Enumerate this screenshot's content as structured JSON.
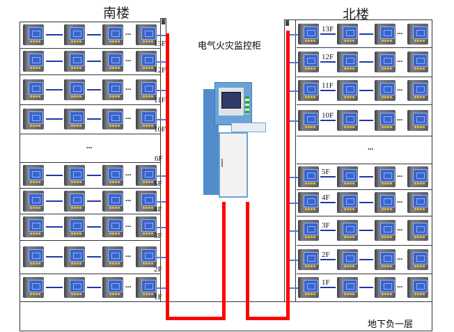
{
  "south_building": {
    "title": "南楼",
    "floors": [
      "13F",
      "12F",
      "11F",
      "10F",
      "...",
      "6F",
      "5F",
      "4F",
      "3F",
      "2F",
      "1F"
    ],
    "gap_label": "...",
    "more_label": "..."
  },
  "north_building": {
    "title": "北楼",
    "floors": [
      "13F",
      "12F",
      "11F",
      "10F",
      "...",
      "5F",
      "4F",
      "3F",
      "2F",
      "1F"
    ],
    "gap_label": "...",
    "more_label": "..."
  },
  "cabinet": {
    "label": "电气火灾监控柜"
  },
  "basement": {
    "label": "地下负一层"
  },
  "colors": {
    "bus": "#ff0000",
    "wire": "#2233aa",
    "meter_screen": "#3b64c9",
    "cabinet": "#6aa3d8"
  },
  "icons": {
    "meter": "power-meter-icon",
    "cabinet": "monitoring-cabinet-icon"
  }
}
